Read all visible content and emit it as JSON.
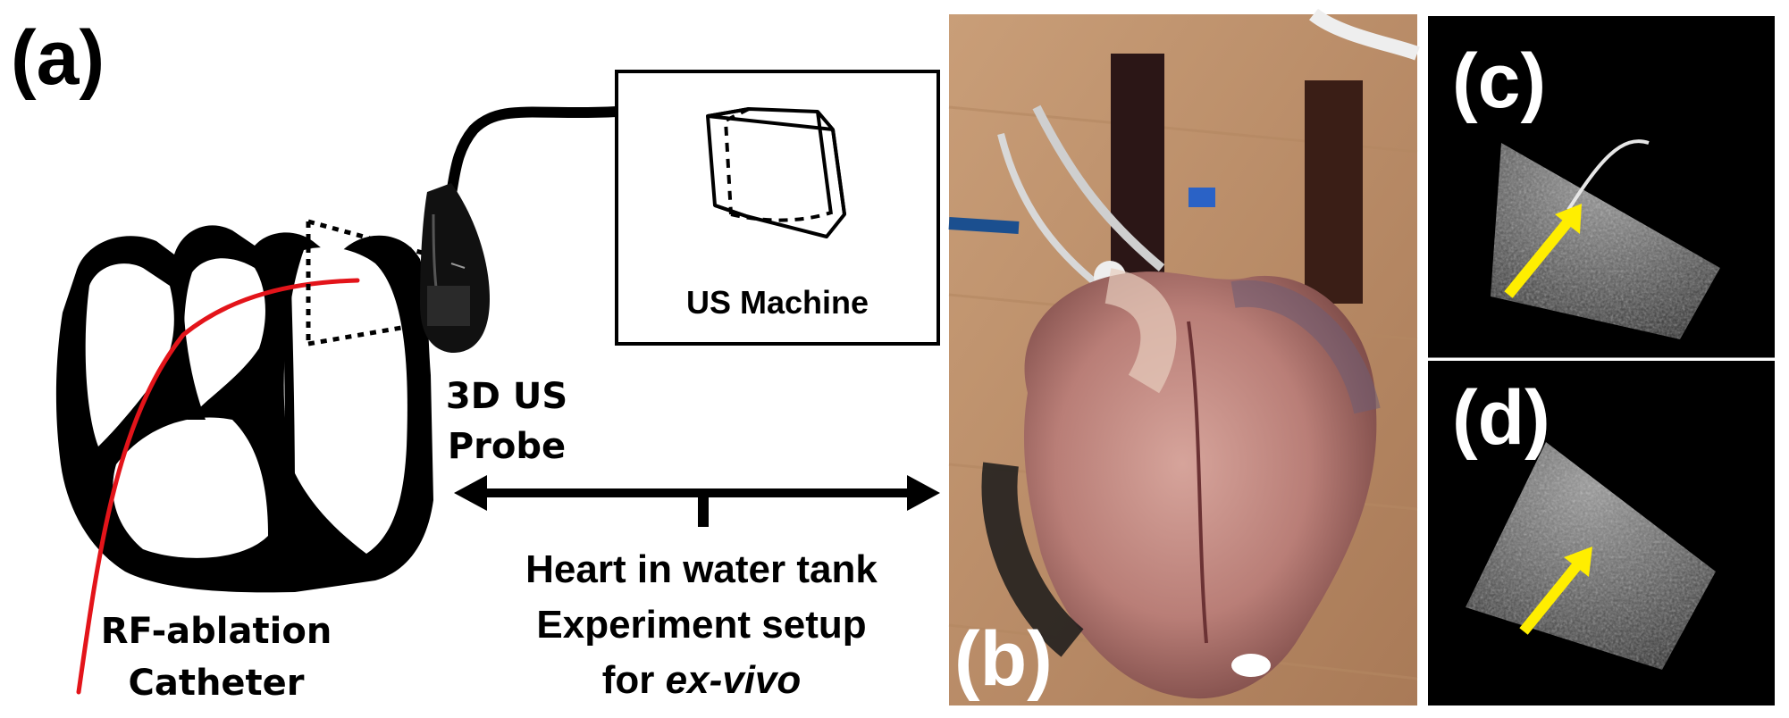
{
  "panels": {
    "a": "(a)",
    "b": "(b)",
    "c": "(c)",
    "d": "(d)"
  },
  "labels": {
    "us_machine": "US Machine",
    "probe_line1": "3D US",
    "probe_line2": "Probe",
    "catheter_line1": "RF-ablation",
    "catheter_line2": "Catheter",
    "setup_line1": "Heart in water tank",
    "setup_line2": "Experiment setup",
    "setup_line3_prefix": "for ",
    "setup_line3_italic": "ex-vivo"
  },
  "colors": {
    "catheter": "#e3141a",
    "arrow_highlight": "#ffee00",
    "ultrasound_bg": "#000000"
  }
}
